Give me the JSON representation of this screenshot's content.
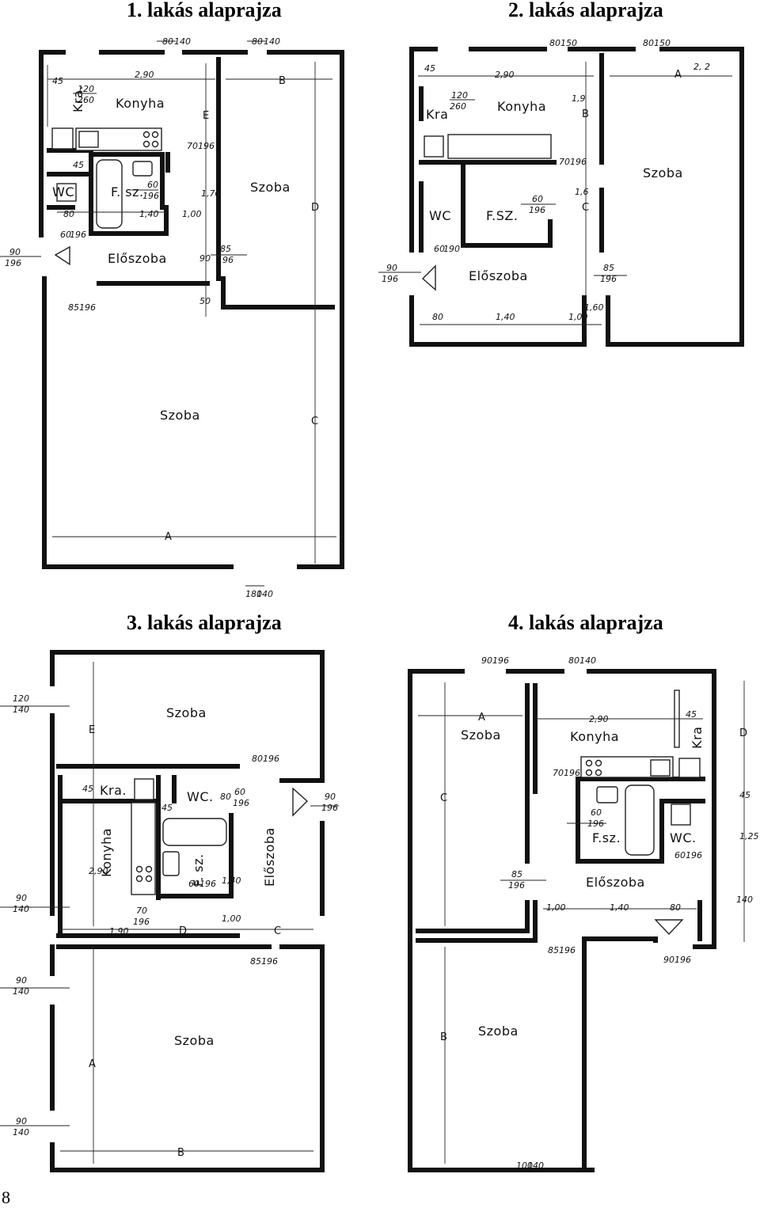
{
  "titles": {
    "plan1": "1. lakás alaprajza",
    "plan2": "2. lakás alaprajza",
    "plan3": "3. lakás alaprajza",
    "plan4": "4. lakás alaprajza"
  },
  "page_number": "8",
  "rooms": {
    "kitchen": "Konyha",
    "room": "Szoba",
    "hall": "Előszoba",
    "bath_p1": "F. sz.",
    "bath_p2": "F.SZ.",
    "bath_p3": "F. sz.",
    "bath_p4": "F.sz.",
    "wc_p1": "WC",
    "wc_p2": "WC",
    "wc_p3": "WC.",
    "wc_p4": "WC.",
    "pantry_p1": "Kra.",
    "pantry_p2": "Kra",
    "pantry_p3": "Kra.",
    "pantry_p4": "Kra"
  },
  "letters": {
    "A": "A",
    "B": "B",
    "C": "C",
    "D": "D",
    "E": "E"
  },
  "dims": {
    "d45": "45",
    "d2_90": "2,90",
    "d120": "120",
    "d260": "260",
    "d80": "80",
    "d140": "140",
    "d150": "150",
    "d70": "70",
    "d196": "196",
    "d1_70": "1,70",
    "d60": "60",
    "d1_40": "1,40",
    "d1_00": "1,00",
    "d90": "90",
    "d85": "85",
    "d50": "50",
    "d180": "180",
    "d100": "100",
    "d190": "190",
    "d1_60": "1,60",
    "d1_9": "1,9",
    "d1_6": "1,6",
    "d2_2": "2, 2",
    "d1_90": "1,90",
    "d1_25": "1,25"
  }
}
